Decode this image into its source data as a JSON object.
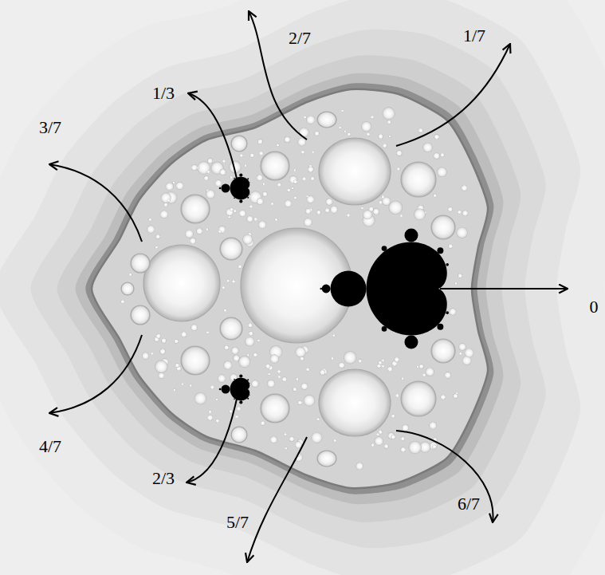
{
  "diagram": {
    "labels": [
      "2/7",
      "1/7",
      "1/3",
      "3/7",
      "0",
      "4/7",
      "2/3",
      "6/7",
      "5/7"
    ]
  }
}
